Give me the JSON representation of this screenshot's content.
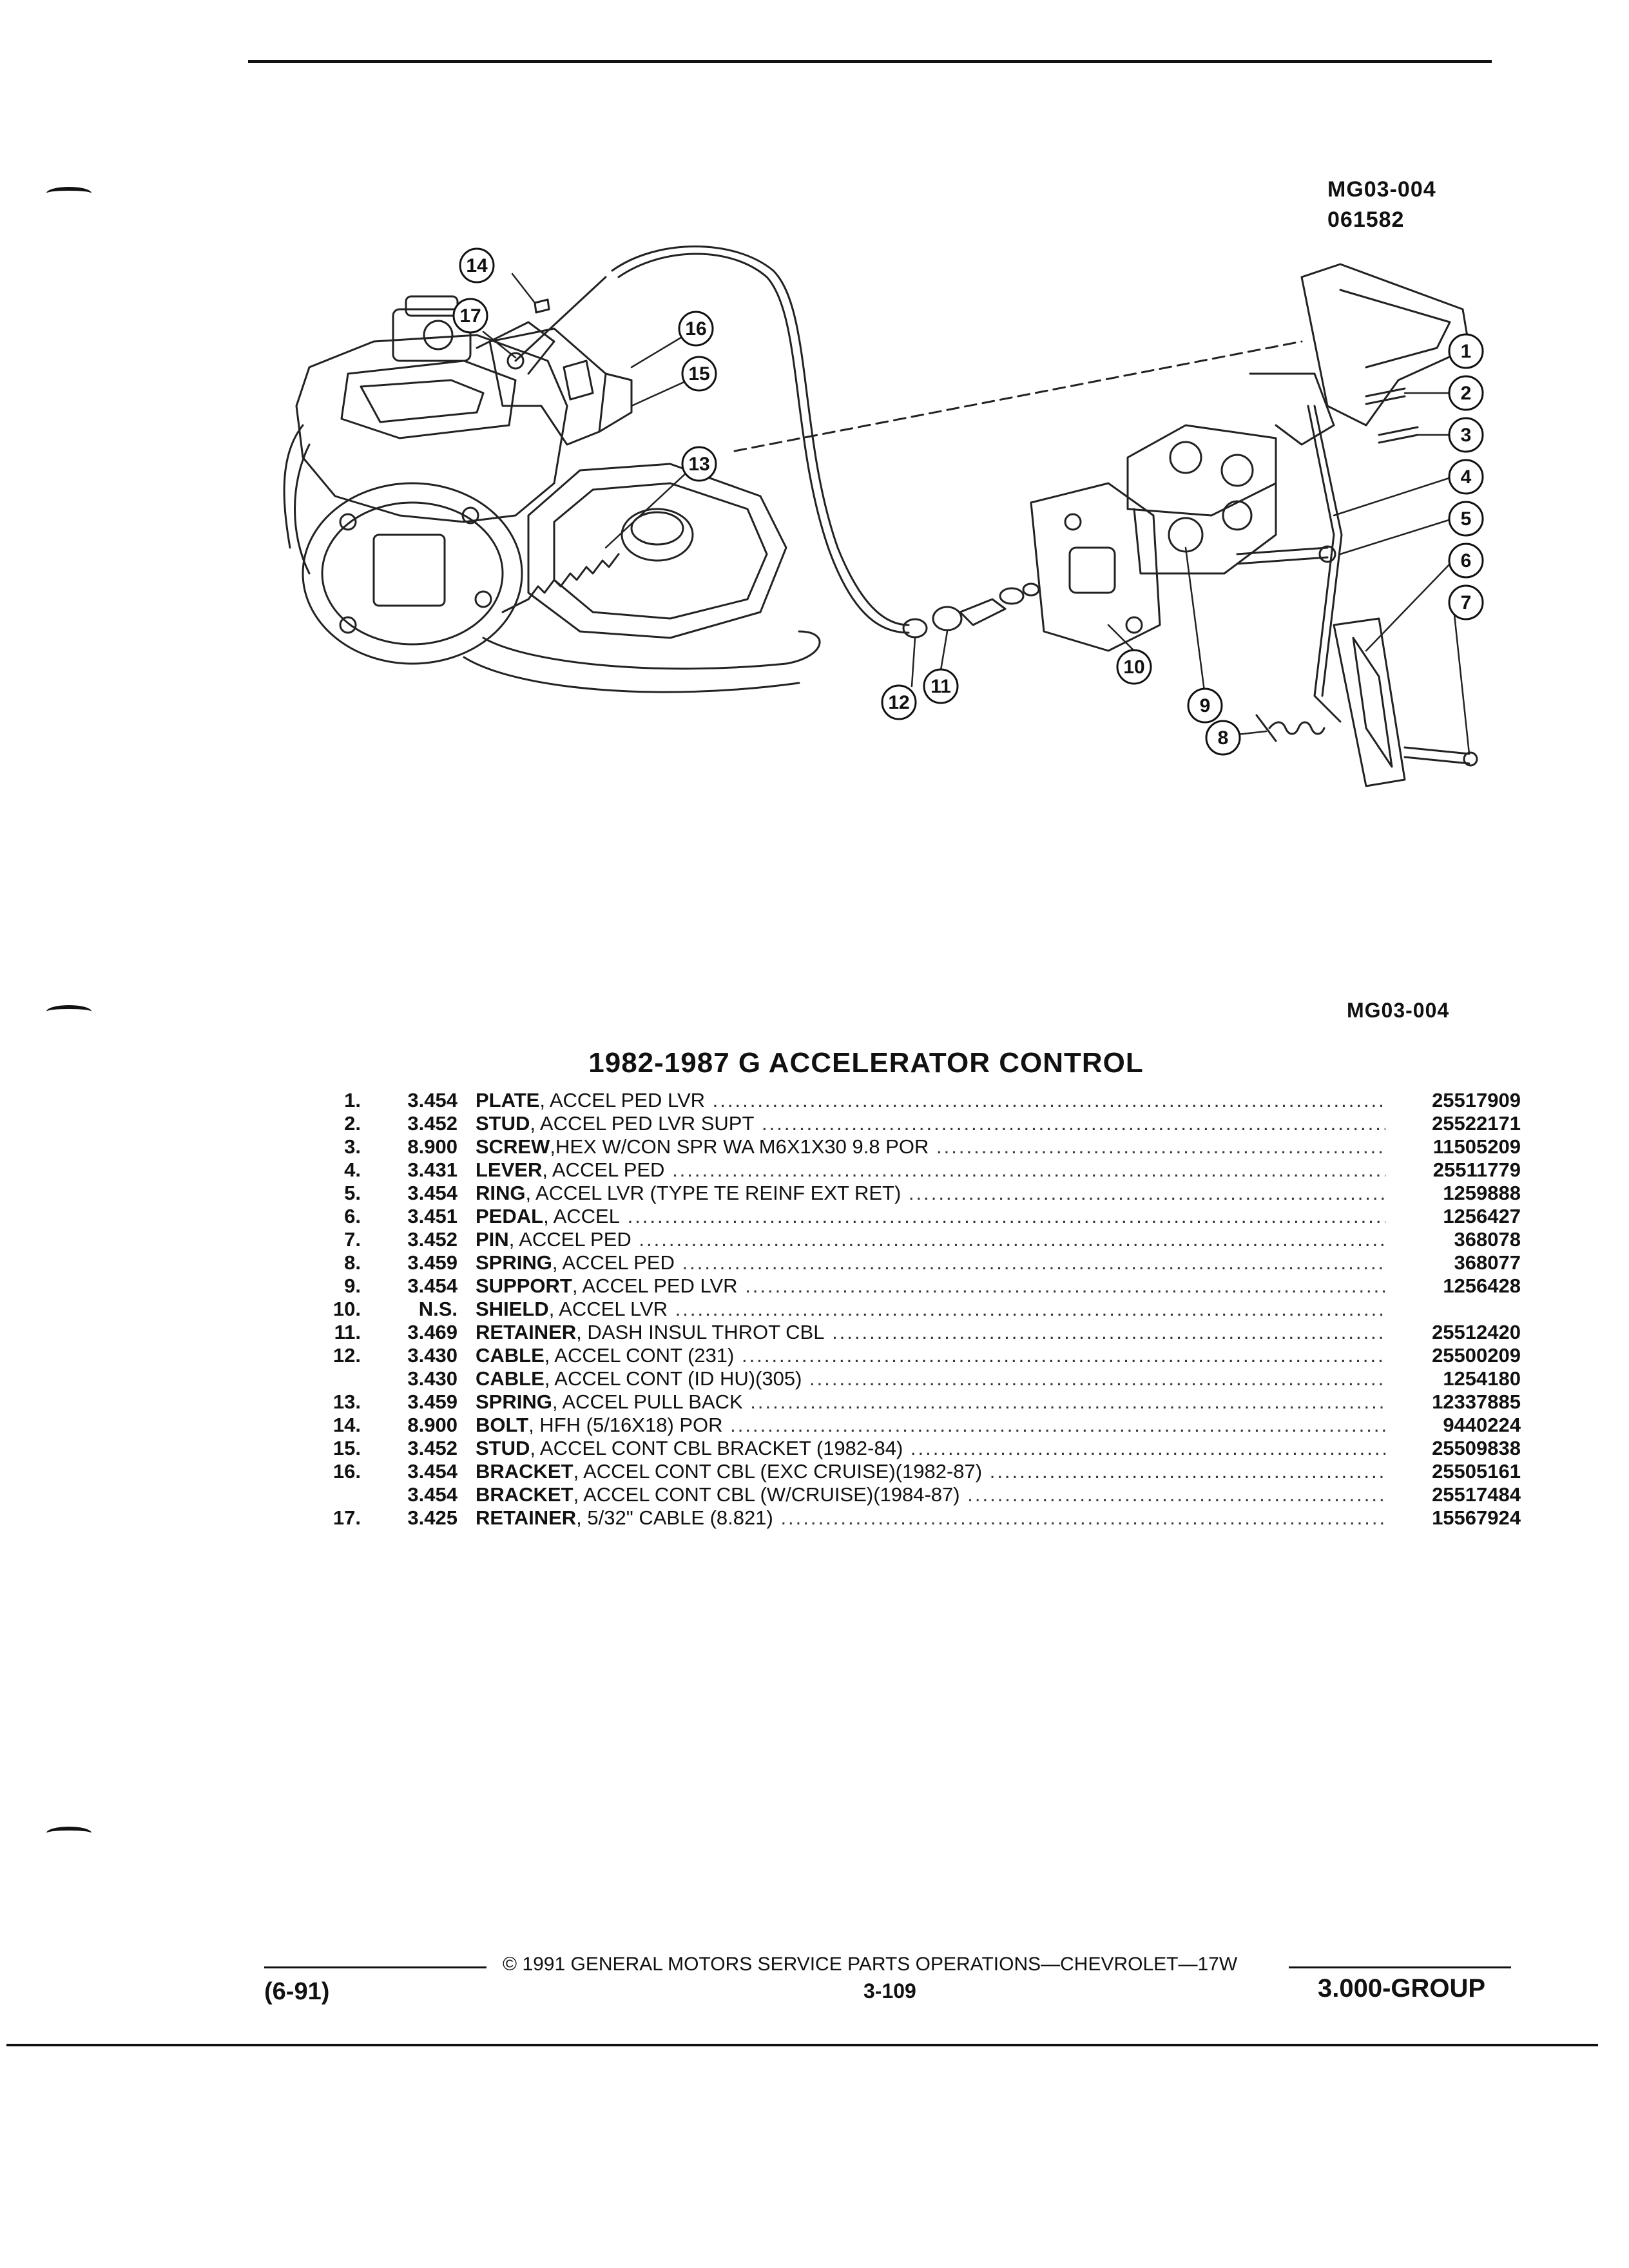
{
  "header": {
    "figure_code": "MG03-004",
    "figure_date": "061582",
    "figure_code_bottom": "MG03-004"
  },
  "callouts": [
    "1",
    "2",
    "3",
    "4",
    "5",
    "6",
    "7",
    "8",
    "9",
    "10",
    "11",
    "12",
    "13",
    "14",
    "15",
    "16",
    "17"
  ],
  "section_title": "1982-1987 G ACCELERATOR CONTROL",
  "parts": [
    {
      "num": "1.",
      "group": "3.454",
      "name": "PLATE",
      "desc": ", ACCEL PED LVR",
      "part": "25517909"
    },
    {
      "num": "2.",
      "group": "3.452",
      "name": "STUD",
      "desc": ", ACCEL PED LVR SUPT",
      "part": "25522171"
    },
    {
      "num": "3.",
      "group": "8.900",
      "name": "SCREW",
      "desc": ",HEX W/CON SPR WA M6X1X30 9.8 POR",
      "part": "11505209"
    },
    {
      "num": "4.",
      "group": "3.431",
      "name": "LEVER",
      "desc": ", ACCEL PED",
      "part": "25511779"
    },
    {
      "num": "5.",
      "group": "3.454",
      "name": "RING",
      "desc": ", ACCEL LVR (TYPE TE REINF EXT RET)",
      "part": "1259888"
    },
    {
      "num": "6.",
      "group": "3.451",
      "name": "PEDAL",
      "desc": ", ACCEL",
      "part": "1256427"
    },
    {
      "num": "7.",
      "group": "3.452",
      "name": "PIN",
      "desc": ", ACCEL PED",
      "part": "368078"
    },
    {
      "num": "8.",
      "group": "3.459",
      "name": "SPRING",
      "desc": ", ACCEL PED",
      "part": "368077"
    },
    {
      "num": "9.",
      "group": "3.454",
      "name": "SUPPORT",
      "desc": ", ACCEL PED LVR",
      "part": "1256428"
    },
    {
      "num": "10.",
      "group": "N.S.",
      "name": "SHIELD",
      "desc": ", ACCEL LVR",
      "part": ""
    },
    {
      "num": "11.",
      "group": "3.469",
      "name": "RETAINER",
      "desc": ", DASH INSUL THROT CBL",
      "part": "25512420"
    },
    {
      "num": "12.",
      "group": "3.430",
      "name": "CABLE",
      "desc": ", ACCEL CONT (231)",
      "part": "25500209"
    },
    {
      "num": "",
      "group": "3.430",
      "name": "CABLE",
      "desc": ", ACCEL CONT (ID HU)(305)",
      "part": "1254180"
    },
    {
      "num": "13.",
      "group": "3.459",
      "name": "SPRING",
      "desc": ", ACCEL PULL BACK",
      "part": "12337885"
    },
    {
      "num": "14.",
      "group": "8.900",
      "name": "BOLT",
      "desc": ", HFH (5/16X18) POR",
      "part": "9440224"
    },
    {
      "num": "15.",
      "group": "3.452",
      "name": "STUD",
      "desc": ", ACCEL CONT CBL BRACKET (1982-84)",
      "part": "25509838"
    },
    {
      "num": "16.",
      "group": "3.454",
      "name": "BRACKET",
      "desc": ", ACCEL CONT CBL (EXC CRUISE)(1982-87)",
      "part": "25505161"
    },
    {
      "num": "",
      "group": "3.454",
      "name": "BRACKET",
      "desc": ", ACCEL CONT CBL (W/CRUISE)(1984-87)",
      "part": "25517484"
    },
    {
      "num": "17.",
      "group": "3.425",
      "name": "RETAINER",
      "desc": ", 5/32\" CABLE (8.821)",
      "part": "15567924"
    }
  ],
  "footer": {
    "revision": "(6-91)",
    "copyright": "© 1991 GENERAL MOTORS SERVICE PARTS OPERATIONS—CHEVROLET—17W",
    "page_number": "3-109",
    "group": "3.000-GROUP"
  }
}
